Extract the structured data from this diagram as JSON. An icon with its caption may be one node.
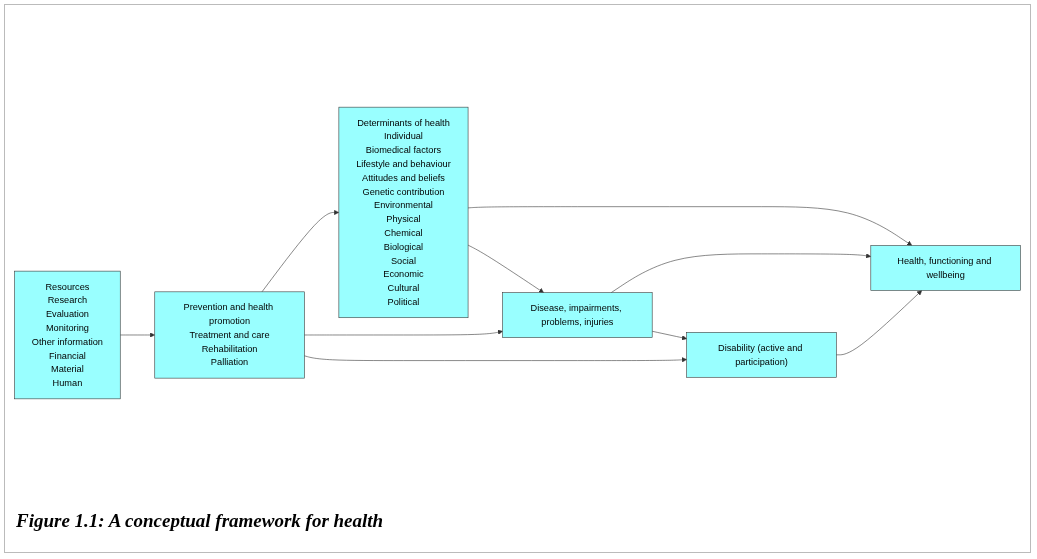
{
  "diagram": {
    "caption": "Figure 1.1: A conceptual framework for health",
    "nodes": [
      {
        "text": [
          "Determinants of health",
          "Individual",
          "Biomedical factors",
          "Lifestyle and behaviour",
          "Attitudes and beliefs",
          "Genetic contribution",
          "Environmental",
          "Physical",
          "Chemical",
          "Biological",
          "Social",
          "Economic",
          "Cultural",
          "Political"
        ]
      },
      {
        "text": [
          "Health, functioning and wellbeing"
        ]
      },
      {
        "text": [
          "Resources",
          "Research",
          "Evaluation",
          "Monitoring",
          "Other information",
          "Financial",
          "Material",
          "Human"
        ]
      },
      {
        "text": [
          "Disease, impairments, problems, injuries"
        ]
      },
      {
        "text": [
          "Disability (active and participation)"
        ]
      },
      {
        "text": [
          "Prevention and health promotion",
          "Treatment and care",
          "Rehabilitation",
          "Palliation"
        ]
      }
    ],
    "edges": [
      {
        "from": 0,
        "to": 1,
        "arrow": "to"
      },
      {
        "from": 3,
        "to": 1,
        "arrow": "to"
      },
      {
        "from": 4,
        "to": 1,
        "arrow": "to"
      },
      {
        "from": 0,
        "to": 3,
        "arrow": "to"
      },
      {
        "from": 3,
        "to": 4,
        "arrow": "to"
      },
      {
        "from": 5,
        "to": 3,
        "arrow": "to"
      },
      {
        "from": 5,
        "to": 4,
        "arrow": "to"
      },
      {
        "from": 5,
        "to": 0,
        "arrow": "to"
      },
      {
        "from": 2,
        "to": 5,
        "arrow": "to"
      }
    ]
  }
}
